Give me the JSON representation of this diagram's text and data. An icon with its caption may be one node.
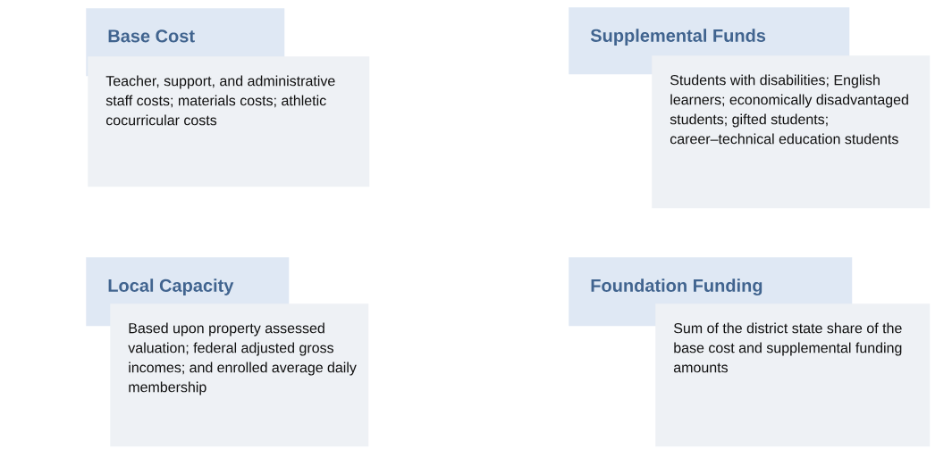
{
  "diagram": {
    "nodes": [
      {
        "text": [
          "Base Cost"
        ]
      },
      {
        "text": [
          "Teacher, support, and administrative staff costs; materials costs; athletic cocurricular costs"
        ]
      },
      {
        "text": [
          "Supplemental Funds"
        ]
      },
      {
        "text": [
          "Students with disabilities; English learners; economically disadvantaged students; gifted students; career–technical education students"
        ]
      },
      {
        "text": [
          "Local Capacity"
        ]
      },
      {
        "text": [
          "Based upon property assessed valuation; federal adjusted gross incomes; and enrolled average daily membership"
        ]
      },
      {
        "text": [
          "Foundation Funding"
        ]
      },
      {
        "text": [
          "Sum of the district state share of the base cost and supplemental funding amounts"
        ]
      }
    ]
  }
}
